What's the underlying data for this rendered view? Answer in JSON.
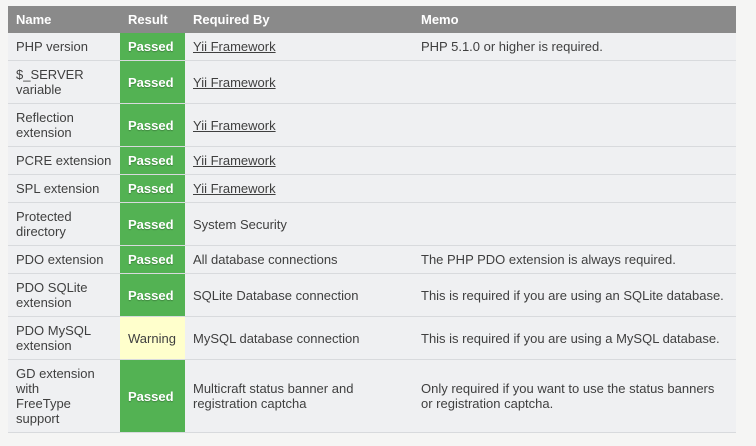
{
  "page": {
    "kind": "requirements-check-table",
    "colors": {
      "page_background": "#f5f5f4",
      "header_background": "#8a8a8a",
      "row_background": "#eff0f2",
      "row_border": "#d8dadd",
      "passed_green": "#53b253",
      "warning_yellow": "#ffffcc",
      "text": "#3f3f3f"
    }
  },
  "table": {
    "headers": {
      "name": "Name",
      "result": "Result",
      "required_by": "Required By",
      "memo": "Memo"
    },
    "rows": [
      {
        "name": "PHP version",
        "result": "Passed",
        "required_by": "Yii Framework",
        "required_by_is_link": true,
        "memo": "PHP 5.1.0 or higher is required."
      },
      {
        "name": "$_SERVER variable",
        "result": "Passed",
        "required_by": "Yii Framework",
        "required_by_is_link": true,
        "memo": ""
      },
      {
        "name": "Reflection extension",
        "result": "Passed",
        "required_by": "Yii Framework",
        "required_by_is_link": true,
        "memo": ""
      },
      {
        "name": "PCRE extension",
        "result": "Passed",
        "required_by": "Yii Framework",
        "required_by_is_link": true,
        "memo": ""
      },
      {
        "name": "SPL extension",
        "result": "Passed",
        "required_by": "Yii Framework",
        "required_by_is_link": true,
        "memo": ""
      },
      {
        "name": "Protected directory",
        "result": "Passed",
        "required_by": "System Security",
        "required_by_is_link": false,
        "memo": ""
      },
      {
        "name": "PDO extension",
        "result": "Passed",
        "required_by": "All database connections",
        "required_by_is_link": false,
        "memo": "The PHP PDO extension is always required."
      },
      {
        "name": "PDO SQLite extension",
        "result": "Passed",
        "required_by": "SQLite Database connection",
        "required_by_is_link": false,
        "memo": "This is required if you are using an SQLite database."
      },
      {
        "name": "PDO MySQL extension",
        "result": "Warning",
        "required_by": "MySQL database connection",
        "required_by_is_link": false,
        "memo": "This is required if you are using a MySQL database."
      },
      {
        "name": "GD extension\nwith\nFreeType\nsupport",
        "result": "Passed",
        "required_by": "Multicraft status banner and registration captcha",
        "required_by_is_link": false,
        "memo": "Only required if you want to use the status banners or registration captcha."
      }
    ]
  }
}
